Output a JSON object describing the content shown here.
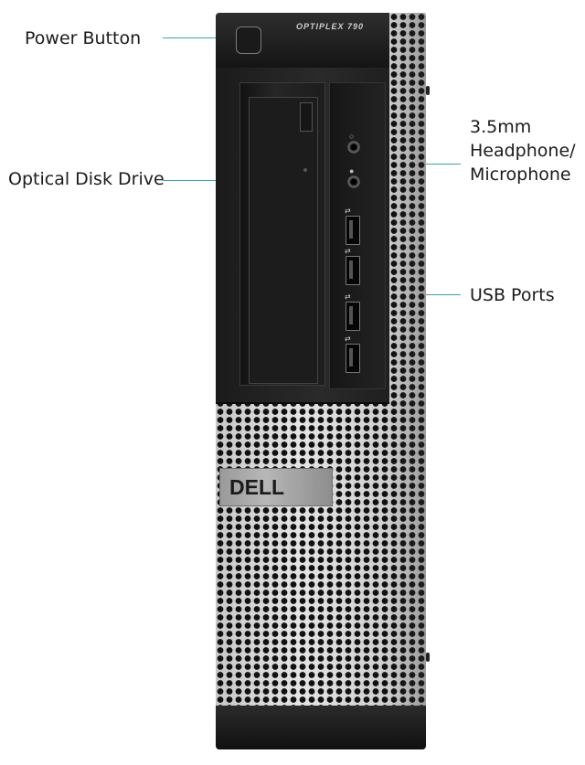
{
  "diagram": {
    "callouts": {
      "power_button": "Power Button",
      "optical_drive": "Optical Disk Drive",
      "audio_line1": "3.5mm",
      "audio_line2": "Headphone/",
      "audio_line3": "Microphone",
      "usb_ports": "USB Ports"
    },
    "device": {
      "model": "OPTIPLEX 790",
      "brand_badge": "DELL",
      "usb_port_count": 4,
      "audio_jack_count": 2
    },
    "colors": {
      "callout_line": "#3aa6a9",
      "front_panel": "#1f1f1f",
      "chassis_mesh": "#c9c9c9"
    }
  }
}
